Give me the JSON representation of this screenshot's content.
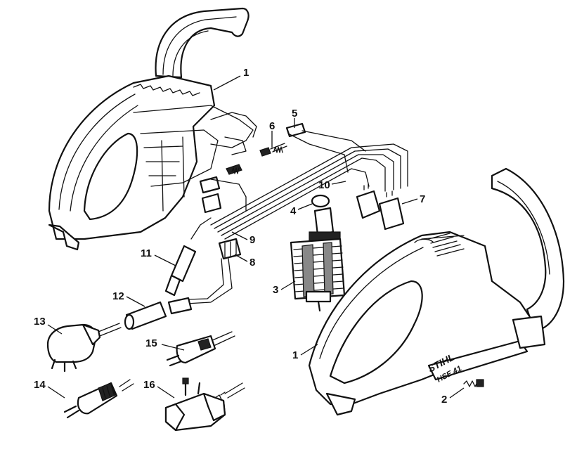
{
  "brand": {
    "logo": "STIHL",
    "model": "HSE 41"
  },
  "callouts": [
    {
      "id": "c1a",
      "label": "1"
    },
    {
      "id": "c5",
      "label": "5"
    },
    {
      "id": "c6",
      "label": "6"
    },
    {
      "id": "c10",
      "label": "10"
    },
    {
      "id": "c4",
      "label": "4"
    },
    {
      "id": "c7",
      "label": "7"
    },
    {
      "id": "c9",
      "label": "9"
    },
    {
      "id": "c11",
      "label": "11"
    },
    {
      "id": "c8",
      "label": "8"
    },
    {
      "id": "c3",
      "label": "3"
    },
    {
      "id": "c12",
      "label": "12"
    },
    {
      "id": "c13",
      "label": "13"
    },
    {
      "id": "c15",
      "label": "15"
    },
    {
      "id": "c1b",
      "label": "1"
    },
    {
      "id": "c14",
      "label": "14"
    },
    {
      "id": "c16",
      "label": "16"
    },
    {
      "id": "c2",
      "label": "2"
    }
  ]
}
